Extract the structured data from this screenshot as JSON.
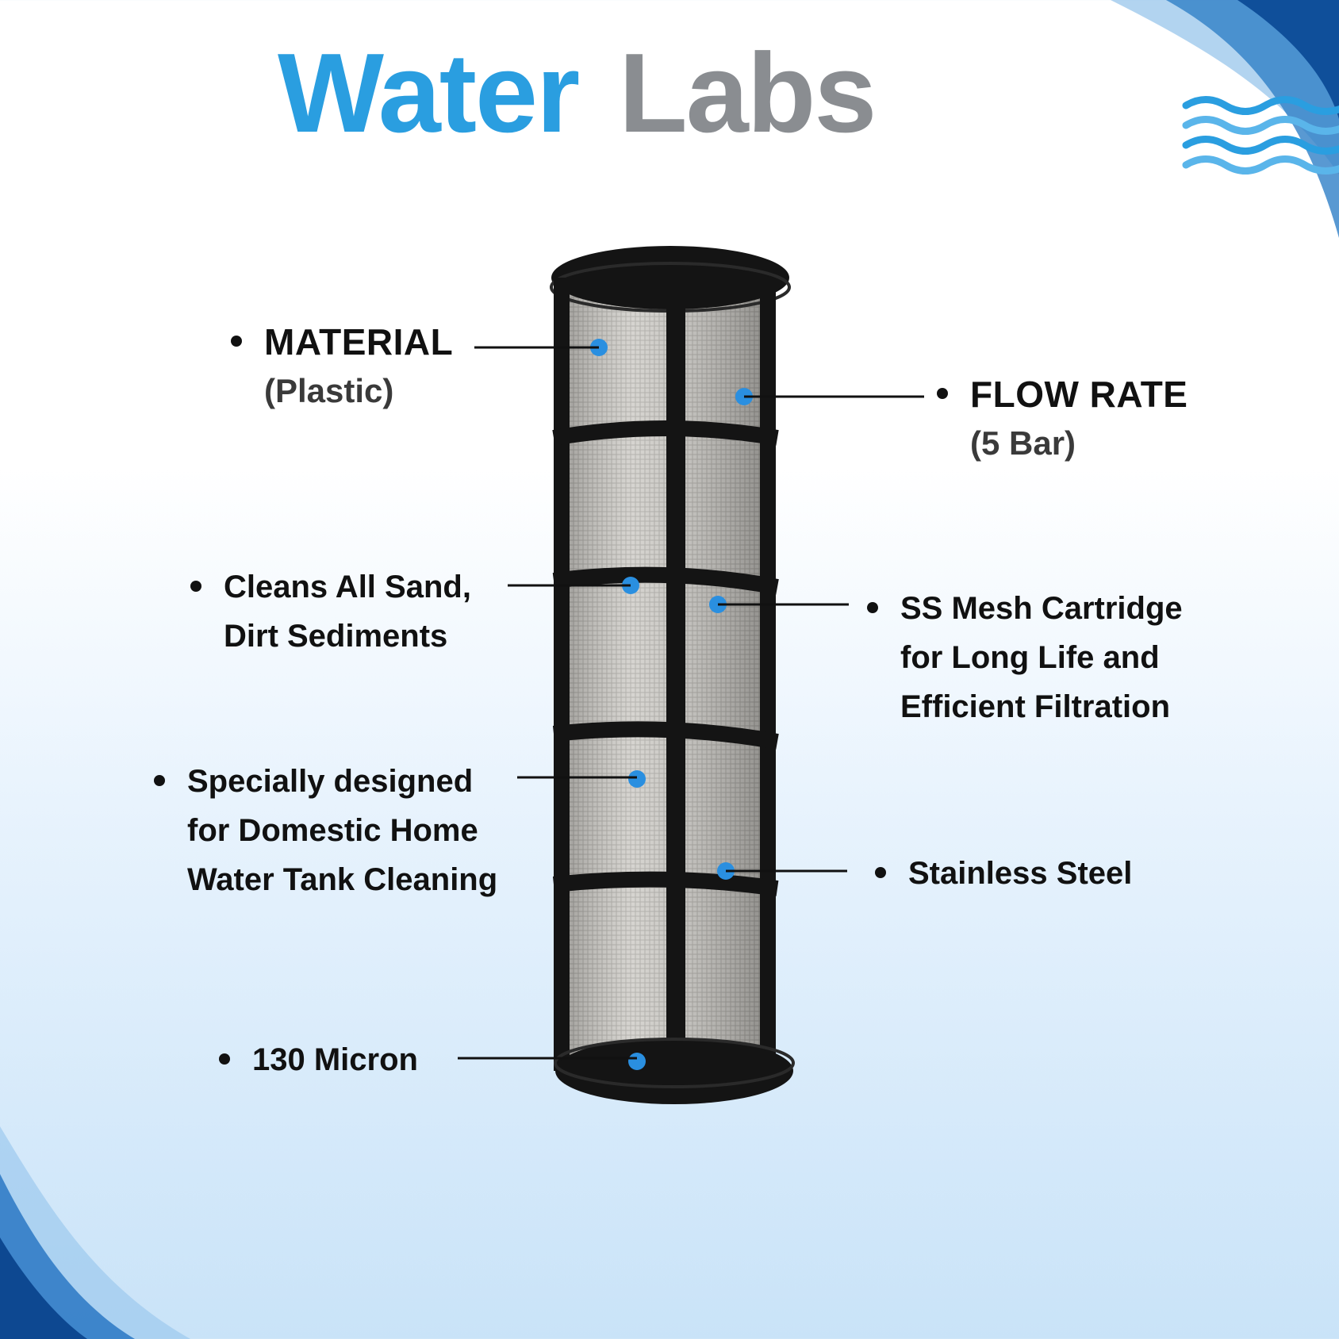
{
  "brand": {
    "name_part1": "Water",
    "name_part2": "Labs",
    "color_primary": "#2a9ee0",
    "color_secondary": "#8a8d91"
  },
  "features": [
    {
      "title": "MATERIAL",
      "sub": "(Plastic)"
    },
    {
      "title": "FLOW RATE",
      "sub": "(5 Bar)"
    },
    {
      "line1": "Cleans All Sand,",
      "line2": "Dirt Sediments"
    },
    {
      "line1": "SS Mesh Cartridge",
      "line2": "for Long Life and",
      "line3": "Efficient Filtration"
    },
    {
      "line1": "Specially designed",
      "line2": "for Domestic Home",
      "line3": "Water Tank Cleaning"
    },
    {
      "line1": "Stainless Steel"
    },
    {
      "line1": "130 Micron"
    }
  ],
  "colors": {
    "marker": "#2a8fe0",
    "frame": "#141414",
    "mesh": "#c4c2bd"
  }
}
